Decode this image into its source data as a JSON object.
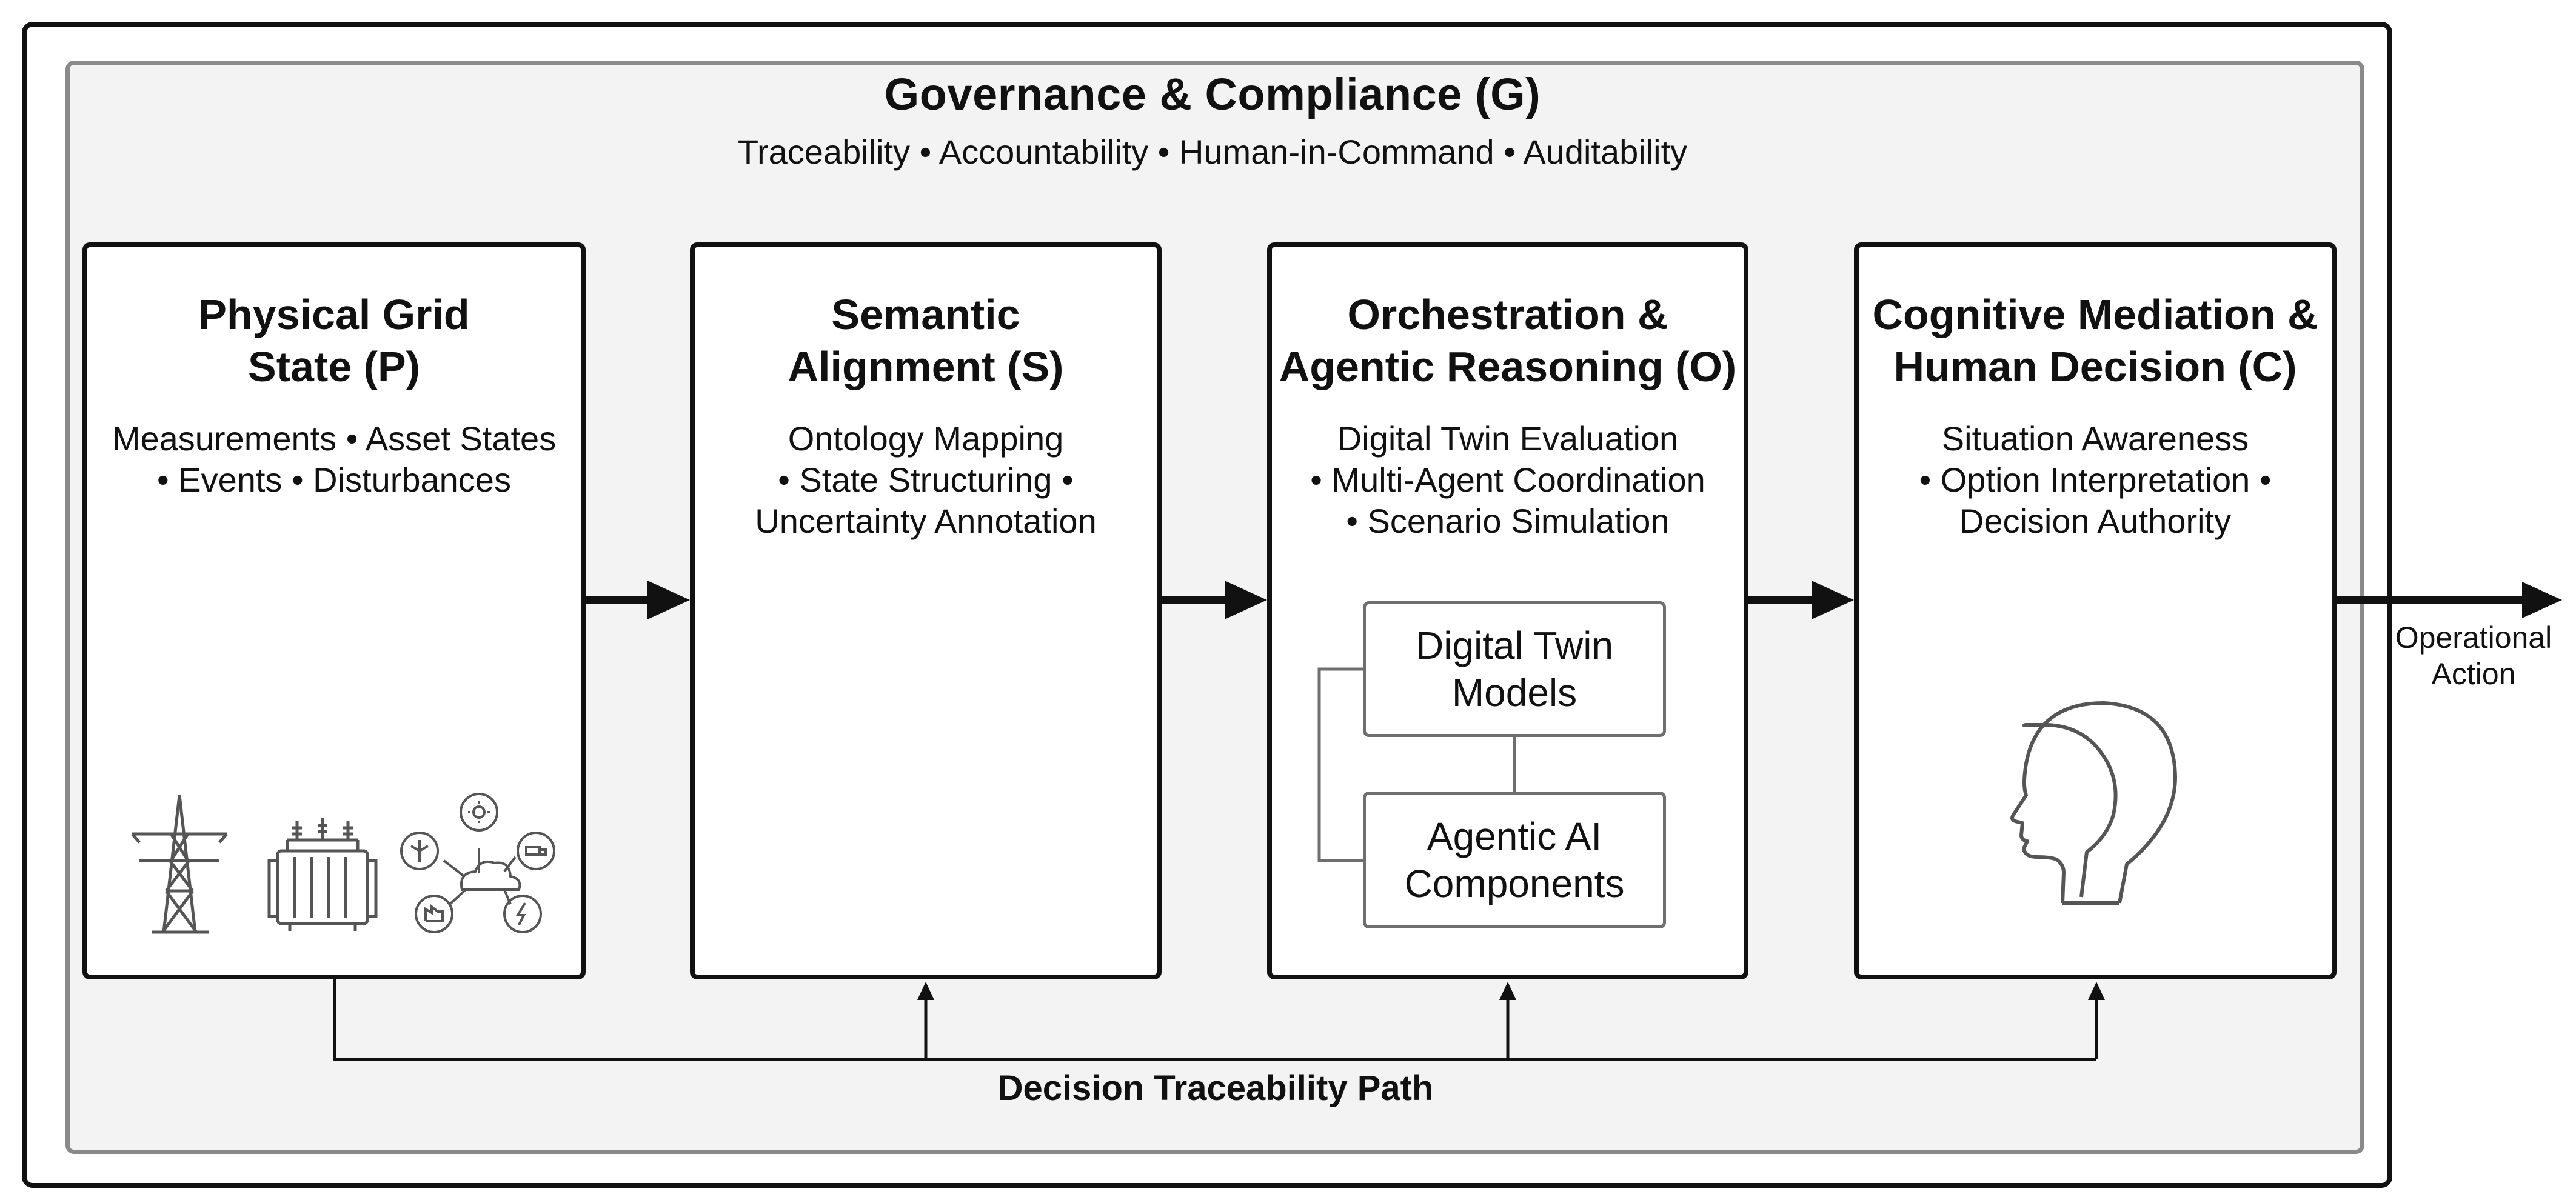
{
  "governance": {
    "title": "Governance & Compliance (G)",
    "subtitle": "Traceability • Accountability • Human-in-Command • Auditability"
  },
  "stages": {
    "physical": {
      "title_line1": "Physical Grid",
      "title_line2": "State (P)",
      "desc_line1": "Measurements • Asset States",
      "desc_line2": "• Events • Disturbances"
    },
    "semantic": {
      "title_line1": "Semantic",
      "title_line2": "Alignment (S)",
      "desc_line1": "Ontology Mapping",
      "desc_line2": "• State Structuring •",
      "desc_line3": "Uncertainty Annotation"
    },
    "orchestration": {
      "title_line1": "Orchestration &",
      "title_line2": "Agentic Reasoning (O)",
      "desc_line1": "Digital Twin Evaluation",
      "desc_line2": "• Multi-Agent Coordination",
      "desc_line3": "• Scenario Simulation",
      "components": {
        "digital_twin_line1": "Digital Twin",
        "digital_twin_line2": "Models",
        "agentic_ai_line1": "Agentic AI",
        "agentic_ai_line2": "Components"
      }
    },
    "cognitive": {
      "title_line1": "Cognitive Mediation &",
      "title_line2": "Human Decision (C)",
      "desc_line1": "Situation Awareness",
      "desc_line2": "• Option Interpretation •",
      "desc_line3": "Decision Authority"
    }
  },
  "trace_path": {
    "label": "Decision Traceability Path"
  },
  "output": {
    "label_line1": "Operational",
    "label_line2": "Action"
  },
  "icons": [
    "transmission-tower-icon",
    "transformer-icon",
    "distributed-energy-network-icon",
    "human-head-icon"
  ],
  "colors": {
    "stroke": "#111111",
    "governance_border": "#8a8a8a",
    "governance_fill": "#f3f3f3",
    "inner_border": "#6f6f6f",
    "icon_stroke": "#555555"
  }
}
